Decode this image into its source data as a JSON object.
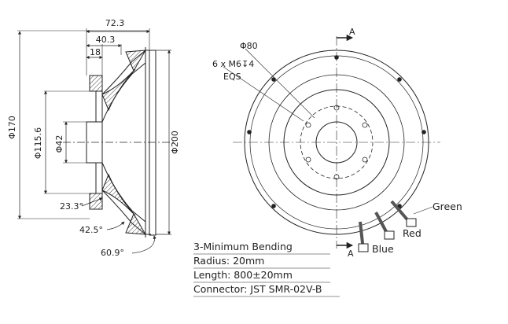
{
  "side_view": {
    "dim_overall_length": "72.3",
    "dim_mid_length": "40.3",
    "dim_short_length": "18",
    "dim_phi170": "Φ170",
    "dim_phi115": "Φ115.6",
    "dim_phi42": "Φ42",
    "dim_phi200": "Φ200",
    "angle_1": "23.3°",
    "angle_2": "42.5°",
    "angle_3": "60.9°"
  },
  "front_view": {
    "dim_phi80": "Φ80",
    "holes_label": "6 x M6↧4",
    "eqs_label": "EQS",
    "section_label_top": "A",
    "section_label_bottom": "A",
    "wires": [
      {
        "color": "#2b6cd6",
        "label": "Green"
      },
      {
        "color": "#d62b2b",
        "label": "Red"
      },
      {
        "color": "#2b4bd6",
        "label": "Blue"
      }
    ]
  },
  "notes": {
    "line1": "3-Minimum Bending",
    "line2": "Radius: 20mm",
    "line3": "Length: 800±20mm",
    "line4": "Connector: JST SMR-02V-B"
  }
}
